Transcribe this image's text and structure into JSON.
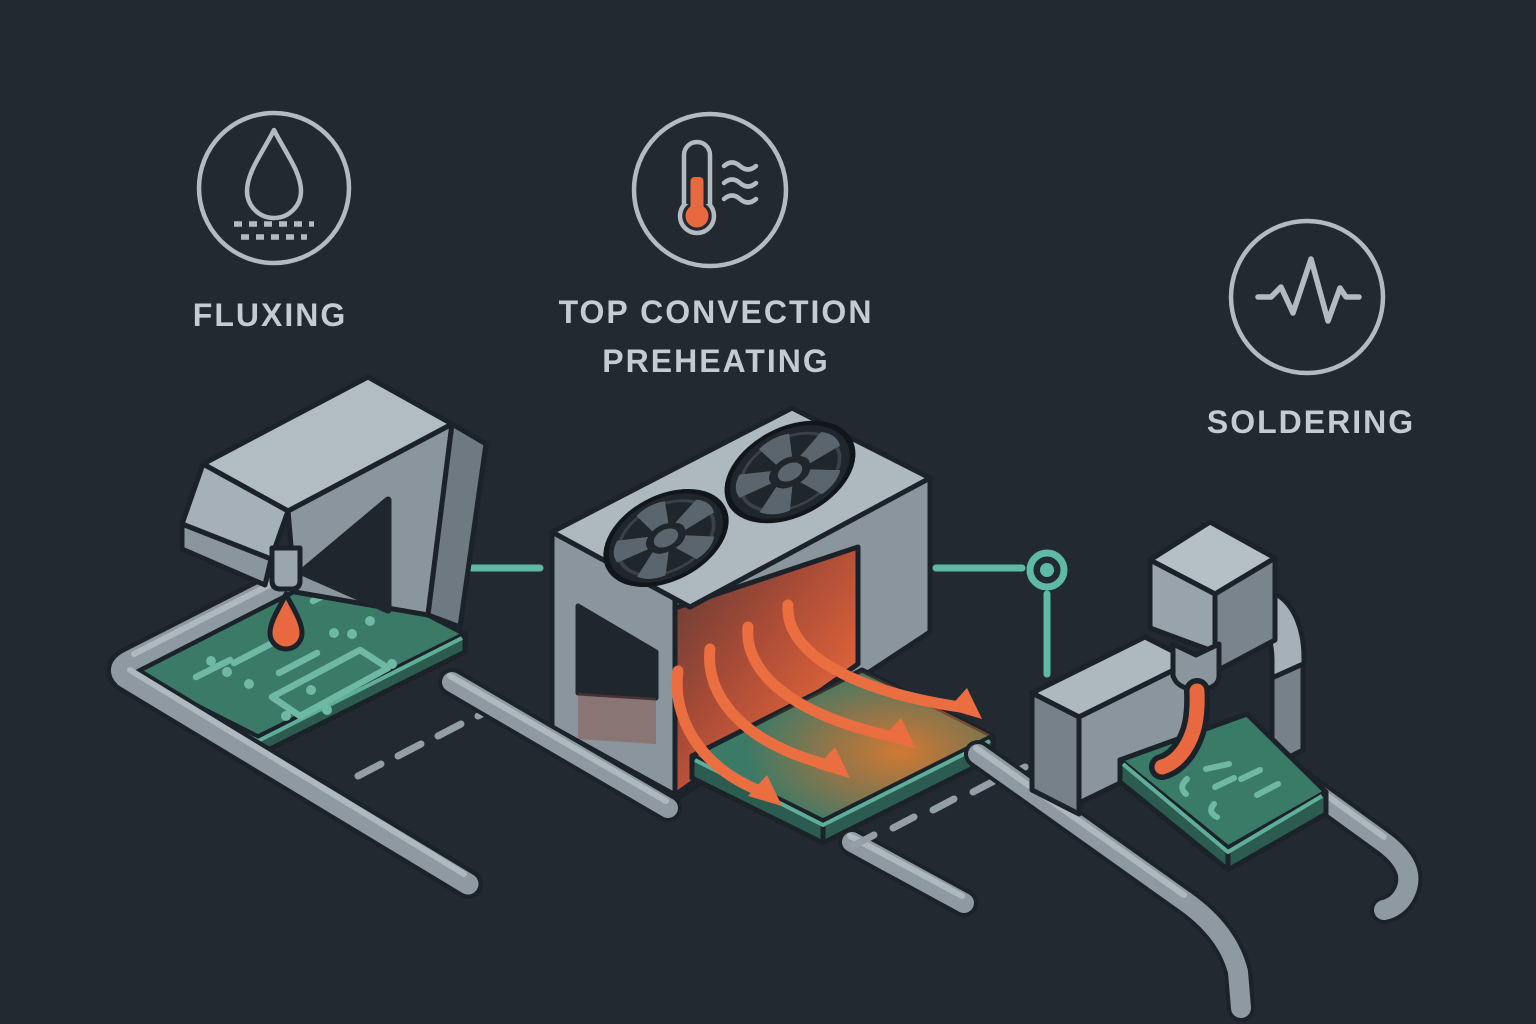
{
  "stages": [
    {
      "id": "fluxing",
      "label": "FLUXING",
      "icon": "flux-droplet-icon"
    },
    {
      "id": "top-convection-preheating",
      "label_line1": "TOP CONVECTION",
      "label_line2": "PREHEATING",
      "icon": "thermometer-heat-icon"
    },
    {
      "id": "soldering",
      "label": "SOLDERING",
      "icon": "solder-pulse-icon"
    }
  ],
  "colors": {
    "background": "#222931",
    "outline": "#1B222A",
    "machine_light": "#B2BCC3",
    "machine_mid": "#8A959D",
    "machine_dark": "#76818A",
    "icon_stroke": "#B3BBC1",
    "label_text": "#C5CCD1",
    "accent_orange": "#E8693F",
    "tunnel_glow_orange": "#ED7446",
    "pcb_green": "#3A7A67",
    "pcb_side_green": "#2B5C4F",
    "pcb_trace_teal": "#6FB8A4",
    "connector_teal": "#5FB9A7"
  }
}
